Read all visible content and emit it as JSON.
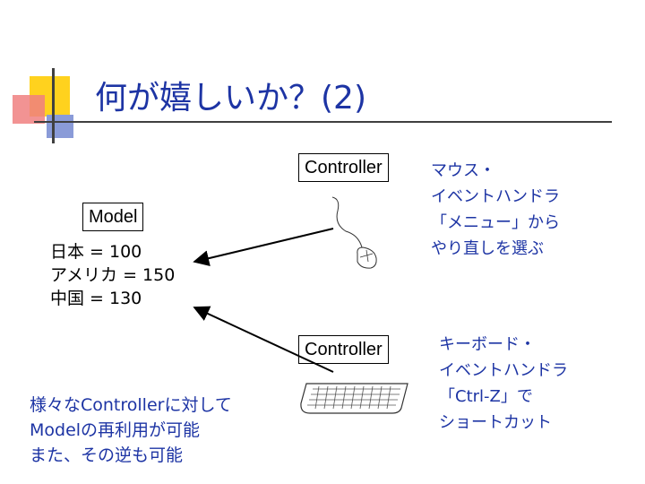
{
  "slide": {
    "title": "何が嬉しいか？(2)",
    "controller_top_label": "Controller",
    "controller_bottom_label": "Controller",
    "model_label": "Model",
    "model_values": [
      "日本 = 100",
      "アメリカ = 150",
      "中国 = 130"
    ],
    "mouse_handler_lines": [
      "マウス・",
      "イベントハンドラ",
      "「メニュー」から",
      "やり直しを選ぶ"
    ],
    "keyboard_handler_lines": [
      "キーボード・",
      "イベントハンドラ",
      "「Ctrl-Z」で",
      "ショートカット"
    ],
    "note_lines": [
      "様々なControllerに対して",
      "Modelの再利用が可能",
      "また、その逆も可能"
    ],
    "colors": {
      "accent_text": "#1d34a4",
      "deco_yellow": "#ffd21e",
      "deco_red": "#f08080",
      "deco_blue": "#8a9bd8"
    }
  }
}
